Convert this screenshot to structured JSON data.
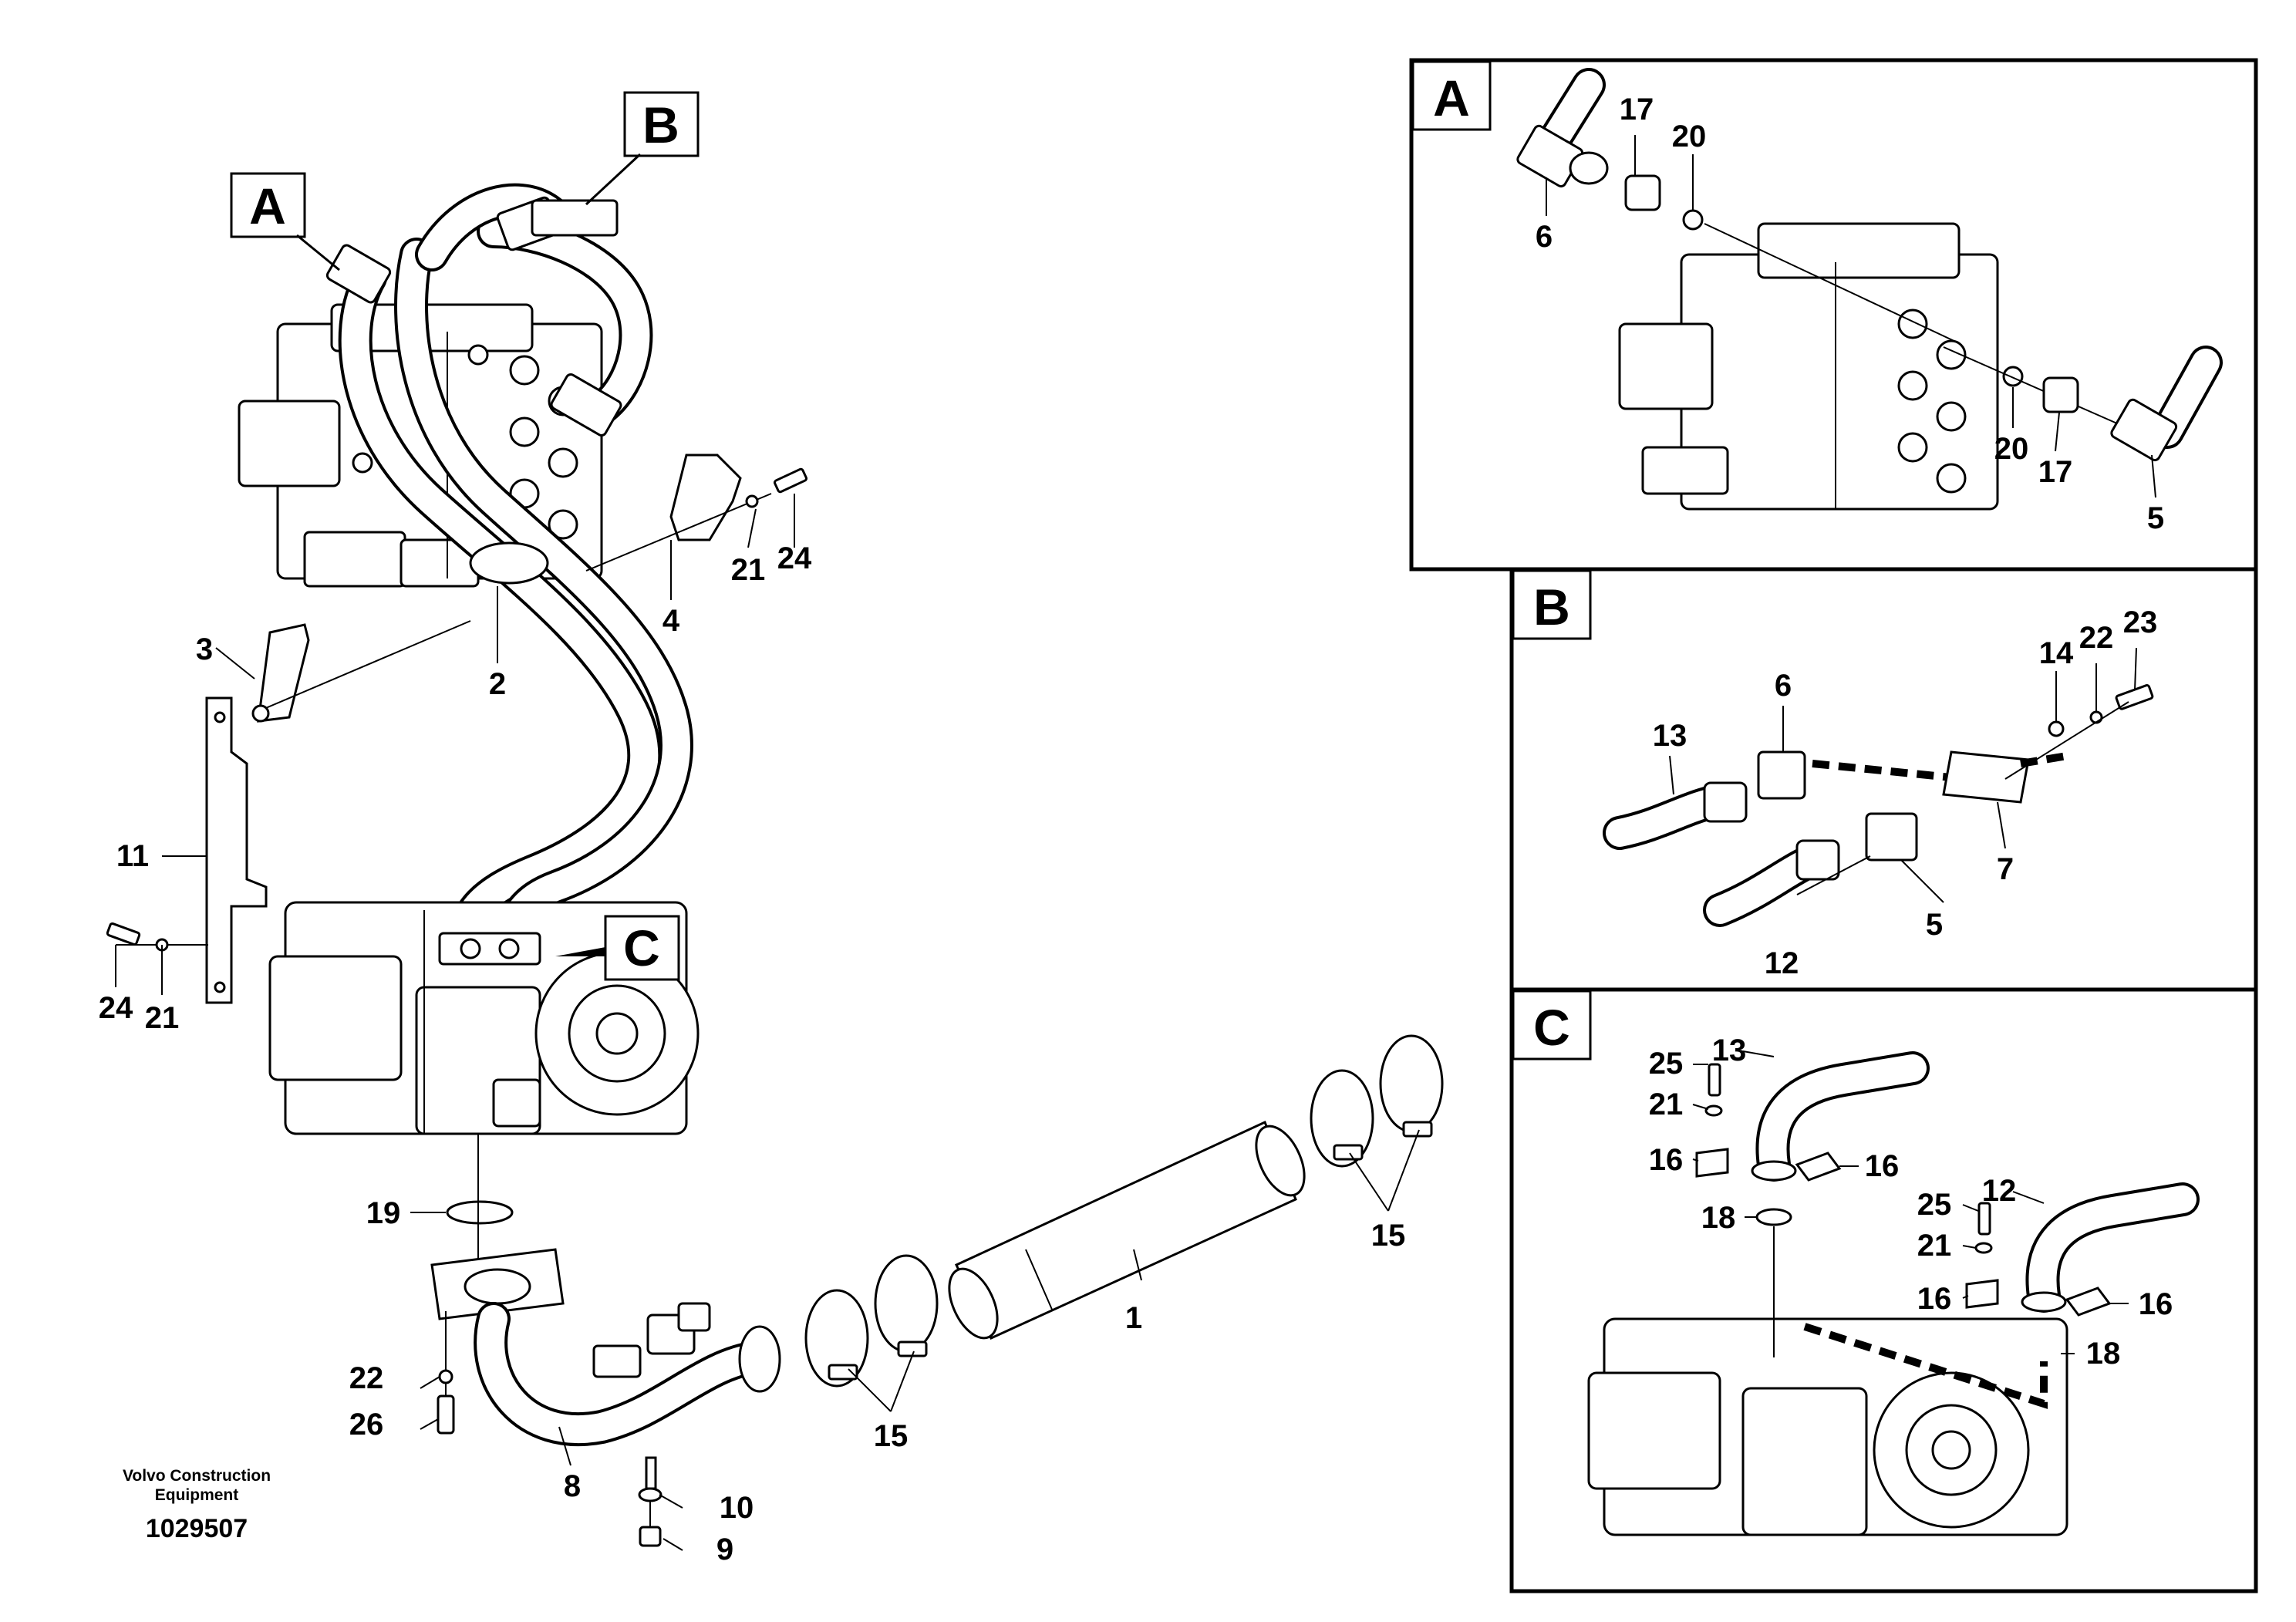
{
  "detail_letters": {
    "a": "A",
    "b": "B",
    "c": "C"
  },
  "callouts": {
    "n1": "1",
    "n2": "2",
    "n3": "3",
    "n4": "4",
    "n5": "5",
    "n6": "6",
    "n7": "7",
    "n8": "8",
    "n9": "9",
    "n10": "10",
    "n11": "11",
    "n12": "12",
    "n13": "13",
    "n14": "14",
    "n15": "15",
    "n16": "16",
    "n17": "17",
    "n18": "18",
    "n19": "19",
    "n20": "20",
    "n21": "21",
    "n22": "22",
    "n23": "23",
    "n24": "24",
    "n25": "25",
    "n26": "26"
  },
  "footer": {
    "company_line1": "Volvo Construction",
    "company_line2": "Equipment",
    "drawing_number": "1029507"
  }
}
